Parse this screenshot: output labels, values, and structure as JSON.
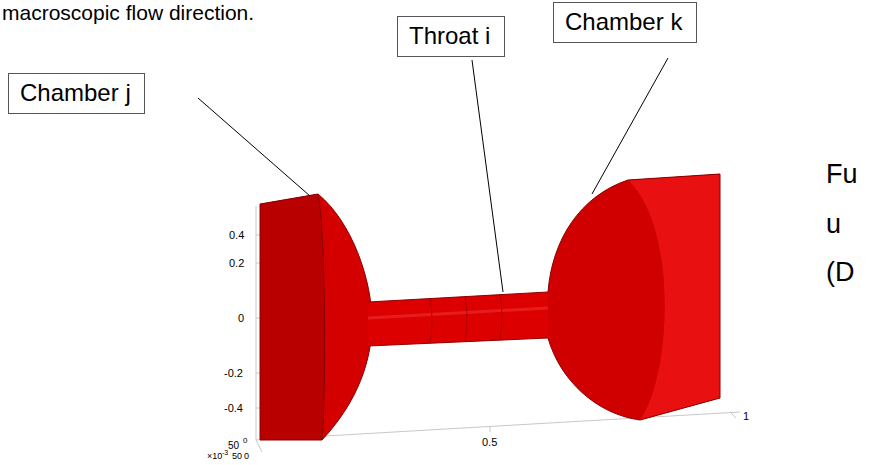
{
  "diagram": {
    "nodes": [
      {
        "text": [
          "Throat i"
        ]
      },
      {
        "text": [
          "Chamber k"
        ]
      },
      {
        "text": [
          "Chamber j"
        ]
      }
    ],
    "labels": [
      "macroscopic flow direction.",
      "Fu",
      "u",
      "(D",
      "0.4",
      "0.2",
      "0",
      "-0.2",
      "-0.4",
      "0.5",
      "1",
      "50",
      "0",
      "×10",
      "-3",
      "50",
      "0"
    ]
  }
}
